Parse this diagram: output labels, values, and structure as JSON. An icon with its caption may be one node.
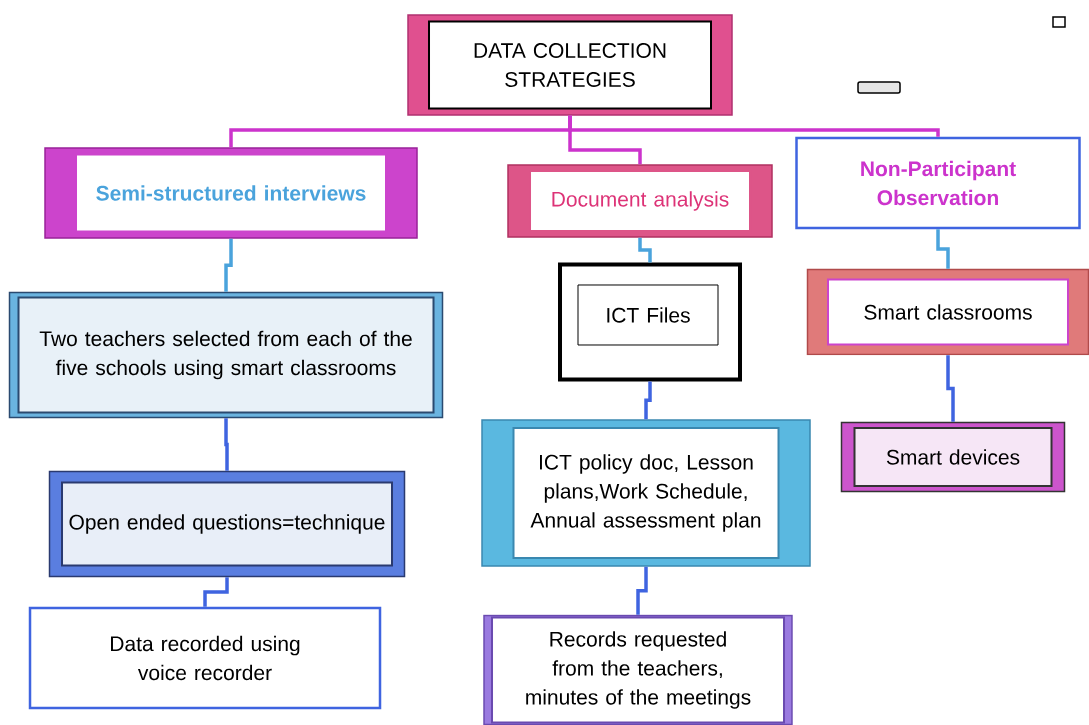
{
  "diagram": {
    "nodes": [
      {
        "text": [
          "DATA COLLECTION STRATEGIES"
        ]
      },
      {
        "text": [
          "Semi-structured interviews"
        ]
      },
      {
        "text": [
          "Document analysis"
        ]
      },
      {
        "text": [
          "Non-Participant Observation"
        ]
      },
      {
        "text": [
          "Two teachers selected from each of the five schools using smart classrooms"
        ]
      },
      {
        "text": [
          "Open ended questions=technique"
        ]
      },
      {
        "text": [
          "Data recorded using voice recorder"
        ]
      },
      {
        "text": [
          "ICT Files"
        ]
      },
      {
        "text": [
          "ICT policy doc, Lesson plans,Work Schedule, Annual assessment plan"
        ]
      },
      {
        "text": [
          "Records requested from the teachers, minutes of the meetings"
        ]
      },
      {
        "text": [
          "Smart classrooms"
        ]
      },
      {
        "text": [
          "Smart devices"
        ]
      }
    ],
    "edges": [
      {
        "from": 0,
        "to": 1,
        "arrow": "none",
        "color": "#cc33cc"
      },
      {
        "from": 0,
        "to": 2,
        "arrow": "none",
        "color": "#cc33cc"
      },
      {
        "from": 0,
        "to": 3,
        "arrow": "none",
        "color": "#cc33cc"
      },
      {
        "from": 1,
        "to": 4,
        "arrow": "none",
        "color": "#4aa3dc"
      },
      {
        "from": 4,
        "to": 5,
        "arrow": "none"
      },
      {
        "from": 5,
        "to": 6,
        "arrow": "none"
      },
      {
        "from": 2,
        "to": 7,
        "arrow": "none",
        "color": "#4aa3dc"
      },
      {
        "from": 7,
        "to": 8,
        "arrow": "none"
      },
      {
        "from": 8,
        "to": 9,
        "arrow": "none"
      },
      {
        "from": 3,
        "to": 10,
        "arrow": "none",
        "color": "#4aa3dc"
      },
      {
        "from": 10,
        "to": 11,
        "arrow": "none"
      }
    ]
  }
}
